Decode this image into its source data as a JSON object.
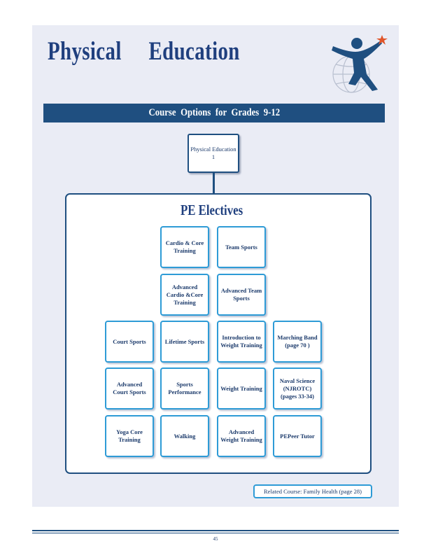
{
  "header": {
    "title": "Physical Education"
  },
  "banner": {
    "text": "Course Options for Grades 9-12"
  },
  "required_course": {
    "label": "Physical Education 1"
  },
  "electives": {
    "title": "PE Electives",
    "courses": [
      "Cardio & Core Training",
      "Team Sports",
      "Advanced Cardio &Core Training",
      "Advanced Team Sports",
      "Court Sports",
      "Lifetime Sports",
      "Introduction to Weight Training",
      "Marching Band (page 70 )",
      "Advanced Court Sports",
      "Sports Performance",
      "Weight Training",
      "Naval Science (NJROTC) (pages 33-34)",
      "Yoga Core Training",
      "Walking",
      "Advanced Weight Training",
      "PEPeer Tutor"
    ]
  },
  "related_course": {
    "text": "Related Course: Family Health (page 28)"
  },
  "footer": {
    "page_number": "45"
  },
  "colors": {
    "navy": "#1f4f80",
    "box_border": "#2e9bd6",
    "panel_bg": "#eaecf5",
    "logo_star": "#e0552a"
  },
  "icons": {
    "logo": "student-logo-icon"
  }
}
